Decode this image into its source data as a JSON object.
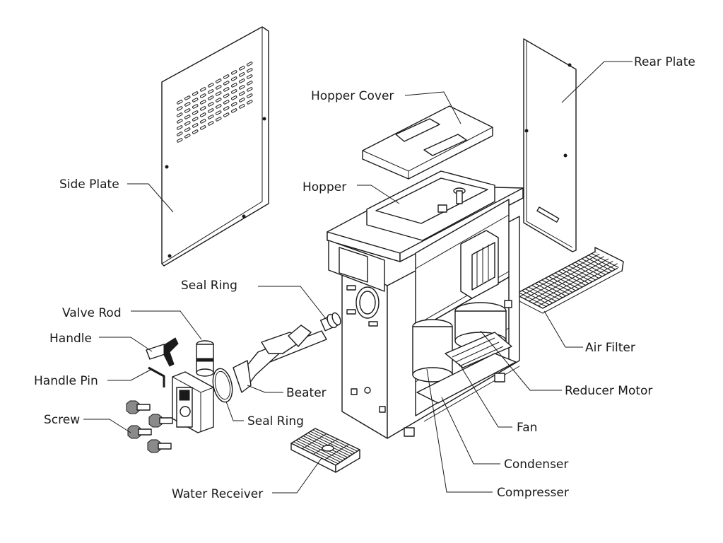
{
  "labels": {
    "rear_plate": "Rear Plate",
    "hopper_cover": "Hopper Cover",
    "side_plate": "Side Plate",
    "hopper": "Hopper",
    "seal_ring_upper": "Seal Ring",
    "valve_rod": "Valve Rod",
    "handle": "Handle",
    "handle_pin": "Handle Pin",
    "beater": "Beater",
    "screw": "Screw",
    "seal_ring_lower": "Seal Ring",
    "water_receiver": "Water Receiver",
    "air_filter": "Air Filter",
    "reducer_motor": "Reducer Motor",
    "fan": "Fan",
    "condenser": "Condenser",
    "compresser": "Compresser"
  }
}
